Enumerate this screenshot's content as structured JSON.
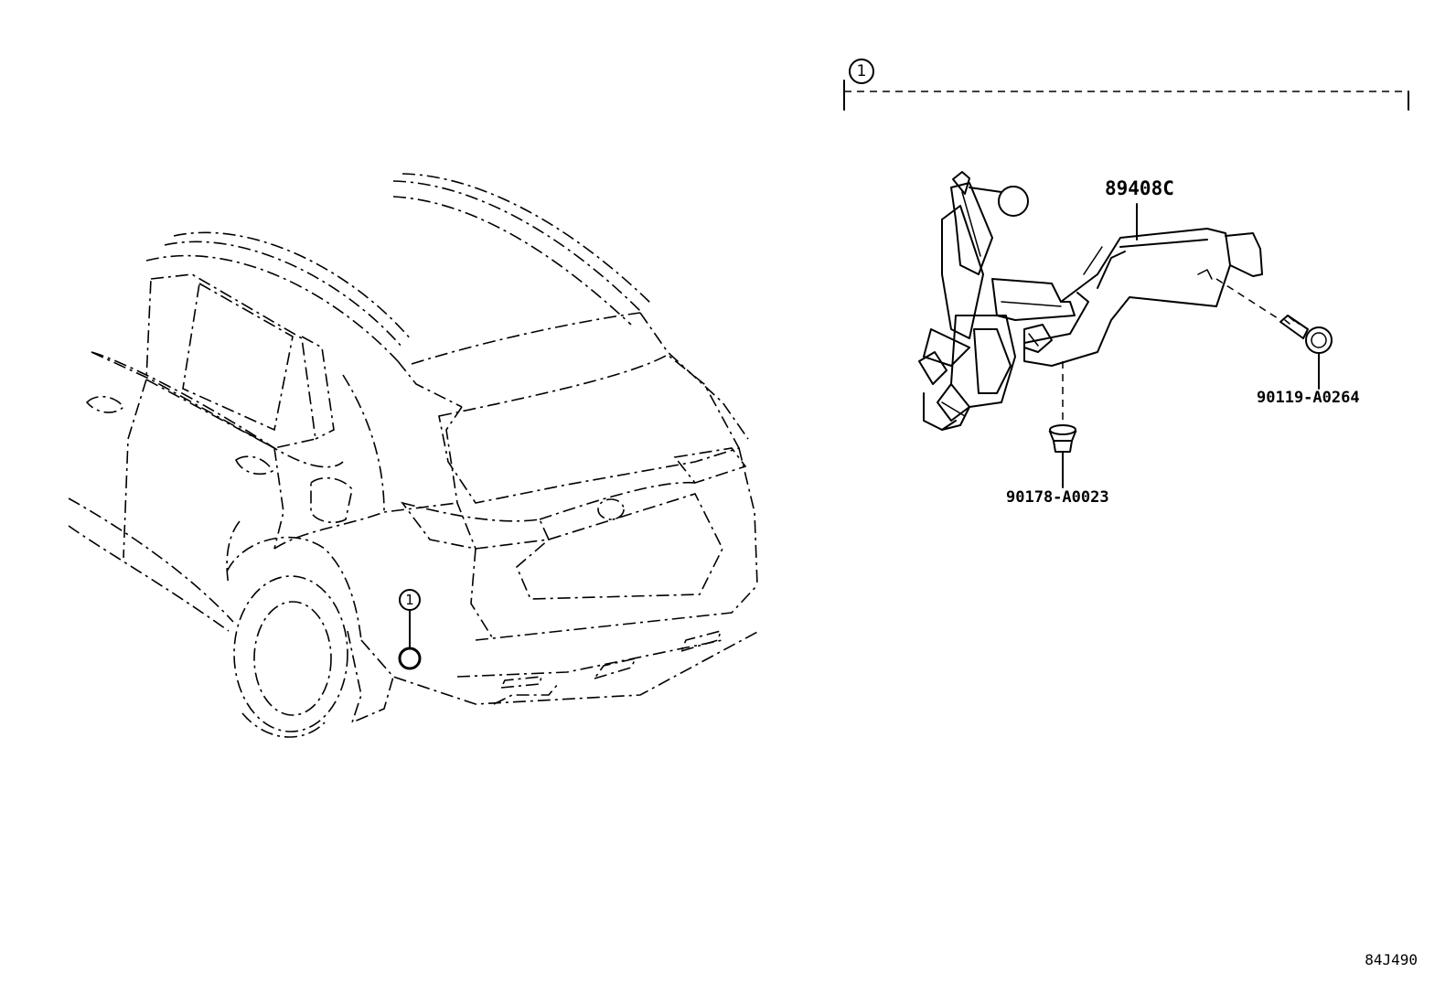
{
  "callout_group": {
    "number": "1"
  },
  "vehicle": {
    "callout_number": "1"
  },
  "parts": [
    {
      "part_number": "89408C"
    },
    {
      "part_number": "90119-A0264"
    },
    {
      "part_number": "90178-A0023"
    }
  ],
  "sheet_code": "84J490"
}
